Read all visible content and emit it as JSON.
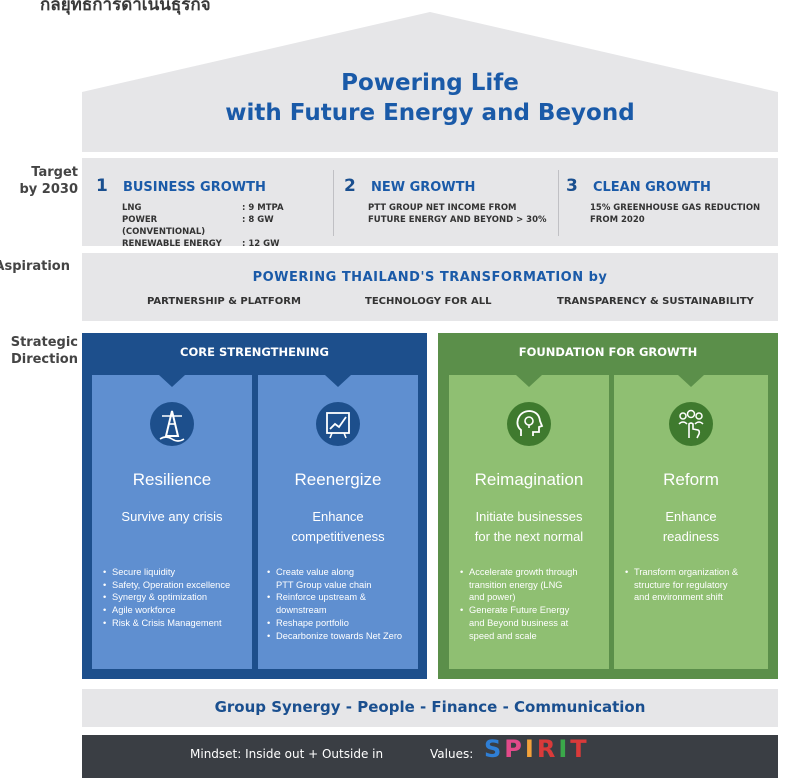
{
  "header": {
    "thai_title": "กลยุทธ์การดำเนินธุรกิจ"
  },
  "roof": {
    "line1": "Powering Life",
    "line2": "with Future Energy and Beyond"
  },
  "labels": {
    "target": [
      "Target",
      "by 2030"
    ],
    "aspiration": "Aspiration",
    "strategic": [
      "Strategic",
      "Direction"
    ]
  },
  "targets": [
    {
      "num": "1",
      "title": "BUSINESS GROWTH",
      "rows": [
        {
          "k": "LNG",
          "v": ": 9 MTPA"
        },
        {
          "k": "POWER (CONVENTIONAL)",
          "v": ": 8 GW"
        },
        {
          "k": "RENEWABLE ENERGY",
          "v": ": 12 GW"
        }
      ]
    },
    {
      "num": "2",
      "title": "NEW GROWTH",
      "lines": [
        "PTT GROUP NET INCOME FROM",
        "FUTURE ENERGY AND BEYOND > 30%"
      ]
    },
    {
      "num": "3",
      "title": "CLEAN GROWTH",
      "lines": [
        "15% GREENHOUSE GAS REDUCTION",
        "FROM 2020"
      ]
    }
  ],
  "aspiration": {
    "title": "POWERING THAILAND'S TRANSFORMATION by",
    "items": [
      "PARTNERSHIP & PLATFORM",
      "TECHNOLOGY FOR ALL",
      "TRANSPARENCY & SUSTAINABILITY"
    ]
  },
  "panels": {
    "core": "CORE STRENGTHENING",
    "foundation": "FOUNDATION FOR GROWTH"
  },
  "cards": [
    {
      "title": "Resilience",
      "sub": [
        "Survive any crisis"
      ],
      "icon": "lighthouse-icon",
      "bullets": [
        "Secure liquidity",
        "Safety, Operation excellence",
        "Synergy & optimization",
        "Agile workforce",
        "Risk & Crisis Management"
      ]
    },
    {
      "title": "Reenergize",
      "sub": [
        "Enhance",
        "competitiveness"
      ],
      "icon": "growth-chart-icon",
      "bullets": [
        "Create value along",
        "PTT Group value chain",
        "Reinforce upstream &",
        "downstream",
        "Reshape portfolio",
        "Decarbonize towards Net Zero"
      ],
      "bullet_starts": [
        true,
        false,
        true,
        false,
        true,
        true
      ]
    },
    {
      "title": "Reimagination",
      "sub": [
        "Initiate businesses",
        "for the next normal"
      ],
      "icon": "idea-head-icon",
      "bullets": [
        "Accelerate growth through",
        "transition energy (LNG",
        "and power)",
        "Generate Future Energy",
        "and Beyond business at",
        "speed and scale"
      ],
      "bullet_starts": [
        true,
        false,
        false,
        true,
        false,
        false
      ]
    },
    {
      "title": "Reform",
      "sub": [
        "Enhance",
        "readiness"
      ],
      "icon": "team-touch-icon",
      "bullets": [
        "Transform organization &",
        "structure for regulatory",
        "and environment shift"
      ],
      "bullet_starts": [
        true,
        false,
        false
      ]
    }
  ],
  "synergy": "Group Synergy - People - Finance - Communication",
  "mindset": "Mindset: Inside out + Outside in",
  "values_label": "Values:",
  "spirit": [
    {
      "ch": "S",
      "color": "#2f7fd6"
    },
    {
      "ch": "P",
      "color": "#e24a8a"
    },
    {
      "ch": "I",
      "color": "#f2a23a"
    },
    {
      "ch": "R",
      "color": "#d93a3a"
    },
    {
      "ch": "I",
      "color": "#3aa84a"
    },
    {
      "ch": "T",
      "color": "#d93a3a"
    }
  ],
  "colors": {
    "blue_panel": "#1d4f8c",
    "blue_card": "#5f8fd0",
    "green_panel": "#5b8f4a",
    "green_card": "#8fbf72",
    "title_blue": "#1a5aa8"
  }
}
